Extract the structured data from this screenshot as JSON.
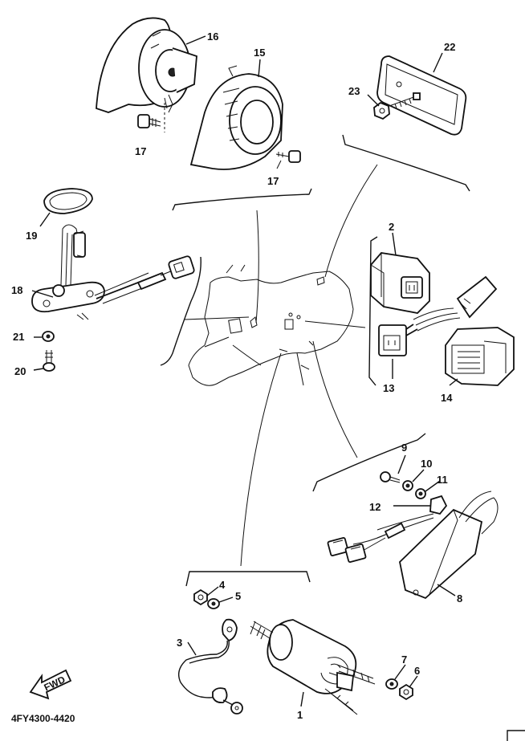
{
  "diagram_code": "4FY4300-4420",
  "fwd_label": "FWD",
  "callouts": {
    "c1": "1",
    "c2": "2",
    "c3": "3",
    "c4": "4",
    "c5": "5",
    "c6": "6",
    "c7": "7",
    "c8": "8",
    "c9": "9",
    "c10": "10",
    "c11": "11",
    "c12": "12",
    "c13": "13",
    "c14": "14",
    "c15": "15",
    "c16": "16",
    "c17a": "17",
    "c17b": "17",
    "c18": "18",
    "c19": "19",
    "c20": "20",
    "c21": "21",
    "c22": "22",
    "c23": "23"
  }
}
